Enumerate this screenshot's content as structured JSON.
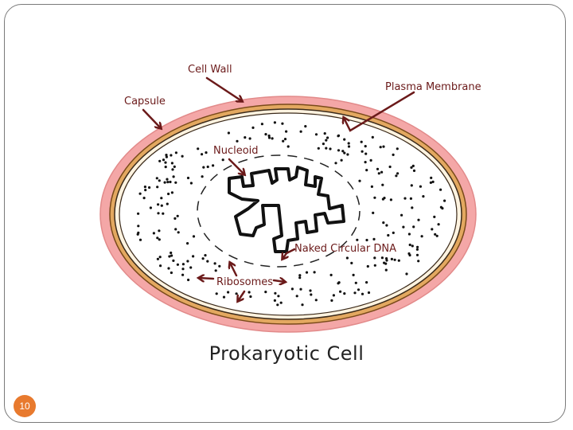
{
  "diagram": {
    "labels": {
      "cell_wall": "Cell Wall",
      "capsule": "Capsule",
      "plasma_membrane": "Plasma Membrane",
      "nucleoid": "Nucleoid",
      "naked_circular_dna": "Naked Circular DNA",
      "ribosomes": "Ribosomes"
    },
    "caption": "Prokaryotic Cell"
  },
  "slide": {
    "page_number": "10"
  },
  "colors": {
    "capsule": "#f4a7a7",
    "cell_wall": "#e3a860",
    "label_text": "#6b1a1a",
    "arrow": "#6b1a1a",
    "badge": "#e87a2e"
  }
}
